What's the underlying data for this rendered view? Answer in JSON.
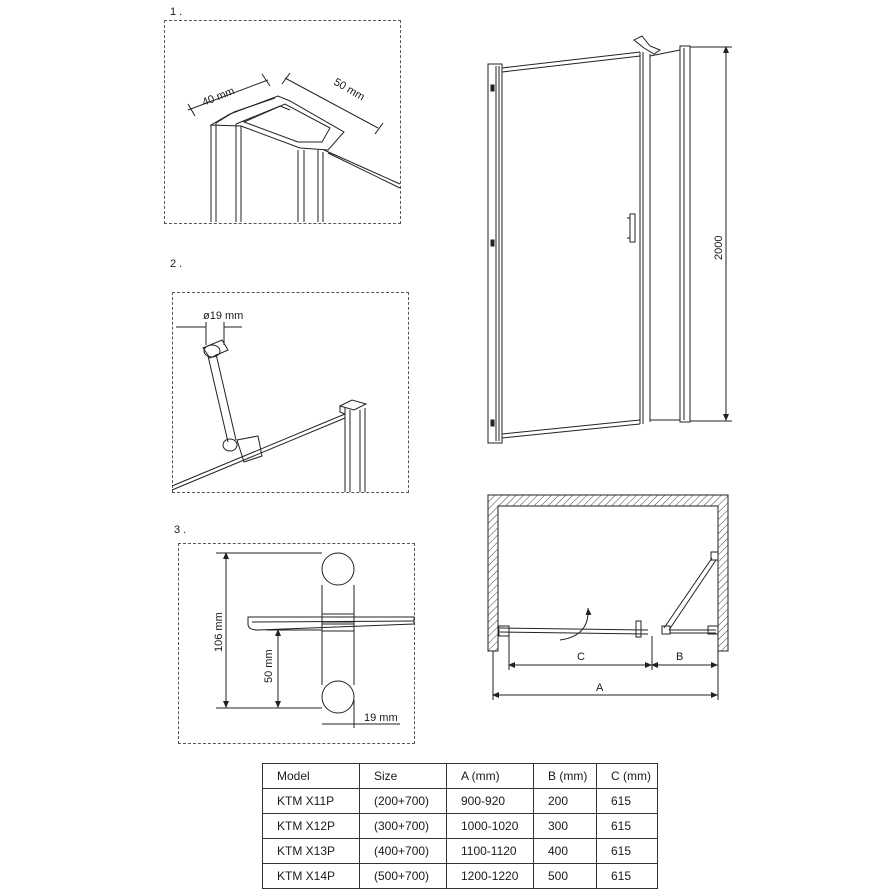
{
  "steps": {
    "s1": "1 .",
    "s2": "2 .",
    "s3": "3 ."
  },
  "detail1": {
    "width_label": "40 mm",
    "depth_label": "50 mm"
  },
  "detail2": {
    "diameter_label": "ø19 mm"
  },
  "detail3": {
    "height_label": "106 mm",
    "offset_label": "50 mm",
    "gap_label": "19 mm"
  },
  "elevation": {
    "height_label": "2000"
  },
  "plan": {
    "label_a": "A",
    "label_b": "B",
    "label_c": "C"
  },
  "table": {
    "headers": [
      "Model",
      "Size",
      "A (mm)",
      "B (mm)",
      "C (mm)"
    ],
    "rows": [
      [
        "KTM X11P",
        "(200+700)",
        "900-920",
        "200",
        "615"
      ],
      [
        "KTM X12P",
        "(300+700)",
        "1000-1020",
        "300",
        "615"
      ],
      [
        "KTM X13P",
        "(400+700)",
        "1100-1120",
        "400",
        "615"
      ],
      [
        "KTM X14P",
        "(500+700)",
        "1200-1220",
        "500",
        "615"
      ]
    ]
  }
}
